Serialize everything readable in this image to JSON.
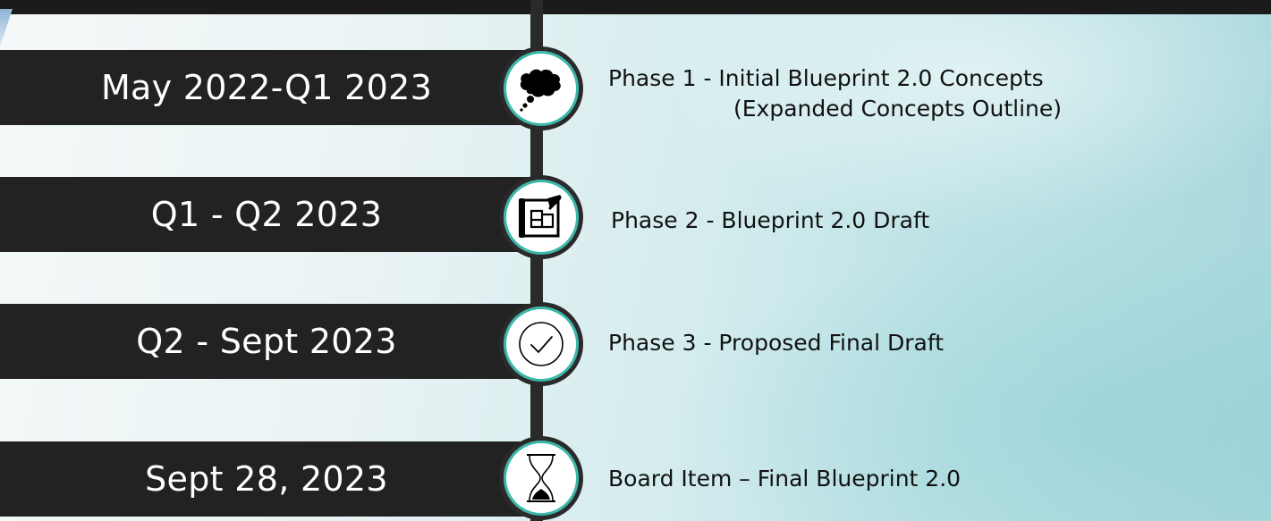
{
  "timeline": [
    {
      "date": "May 2022-Q1 2023",
      "icon": "thought-bubble-icon",
      "phase_line1": "Phase 1 - Initial Blueprint 2.0 Concepts",
      "phase_line2": "(Expanded Concepts Outline)"
    },
    {
      "date": "Q1 - Q2 2023",
      "icon": "blueprint-pencil-icon",
      "phase_line1": "Phase 2 - Blueprint 2.0 Draft"
    },
    {
      "date": "Q2 - Sept 2023",
      "icon": "checkmark-circle-icon",
      "phase_line1": "Phase 3 - Proposed Final Draft"
    },
    {
      "date": "Sept 28, 2023",
      "icon": "hourglass-icon",
      "phase_line1": "Board Item – Final Blueprint 2.0"
    }
  ],
  "colors": {
    "bar": "#222222",
    "accent_ring": "#38b8a8",
    "text_light": "#ffffff",
    "text_dark": "#111111"
  }
}
